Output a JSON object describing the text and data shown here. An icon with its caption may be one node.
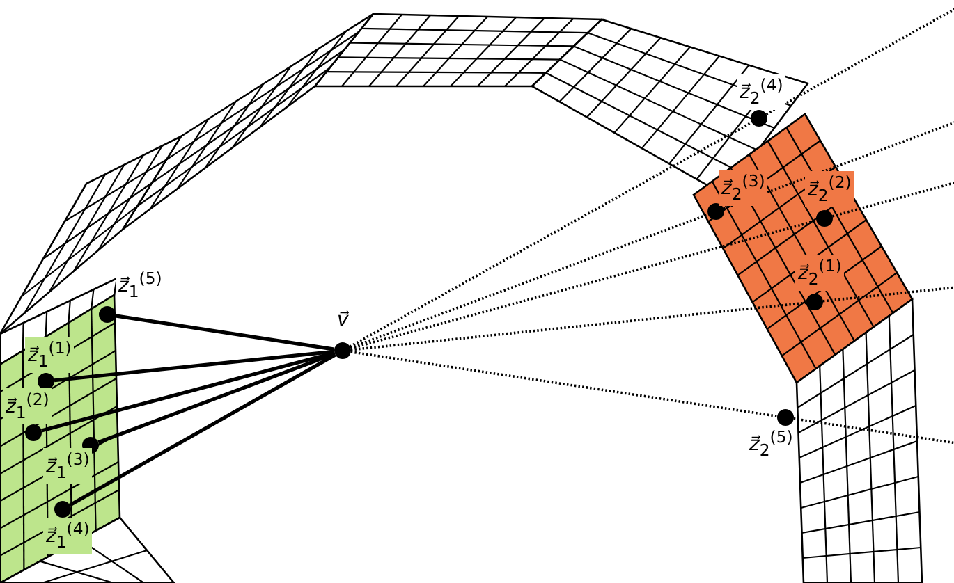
{
  "diagram": {
    "nodes": [
      {
        "text": [
          "*v⃗*"
        ]
      },
      {
        "text": [
          "*z⃗*$_{1}$$^{(1)}$"
        ]
      },
      {
        "text": [
          "*z⃗*$_{1}$$^{(2)}$"
        ]
      },
      {
        "text": [
          "*z⃗*$_{1}$$^{(3)}$"
        ]
      },
      {
        "text": [
          "*z⃗*$_{1}$$^{(4)}$"
        ]
      },
      {
        "text": [
          "*z⃗*$_{1}$$^{(5)}$"
        ]
      },
      {
        "text": [
          "*z⃗*$_{2}$$^{(1)}$"
        ]
      },
      {
        "text": [
          "*z⃗*$_{2}$$^{(2)}$"
        ]
      },
      {
        "text": [
          "*z⃗*$_{2}$$^{(3)}$"
        ]
      },
      {
        "text": [
          "*z⃗*$_{2}$$^{(4)}$"
        ]
      },
      {
        "text": [
          "*z⃗*$_{2}$$^{(5)}$"
        ]
      }
    ],
    "edges": [
      {
        "from": 0,
        "to": 1,
        "arrow": "none"
      },
      {
        "from": 0,
        "to": 2,
        "arrow": "none"
      },
      {
        "from": 0,
        "to": 3,
        "arrow": "none"
      },
      {
        "from": 0,
        "to": 4,
        "arrow": "none"
      },
      {
        "from": 0,
        "to": 5,
        "arrow": "none"
      },
      {
        "from": 0,
        "to": 6,
        "arrow": "none",
        "style": "dashed"
      },
      {
        "from": 0,
        "to": 7,
        "arrow": "none",
        "style": "dashed"
      },
      {
        "from": 0,
        "to": 8,
        "arrow": "none",
        "style": "dashed"
      },
      {
        "from": 0,
        "to": 9,
        "arrow": "none",
        "style": "dashed"
      },
      {
        "from": 0,
        "to": 10,
        "arrow": "none",
        "style": "dashed"
      }
    ]
  }
}
